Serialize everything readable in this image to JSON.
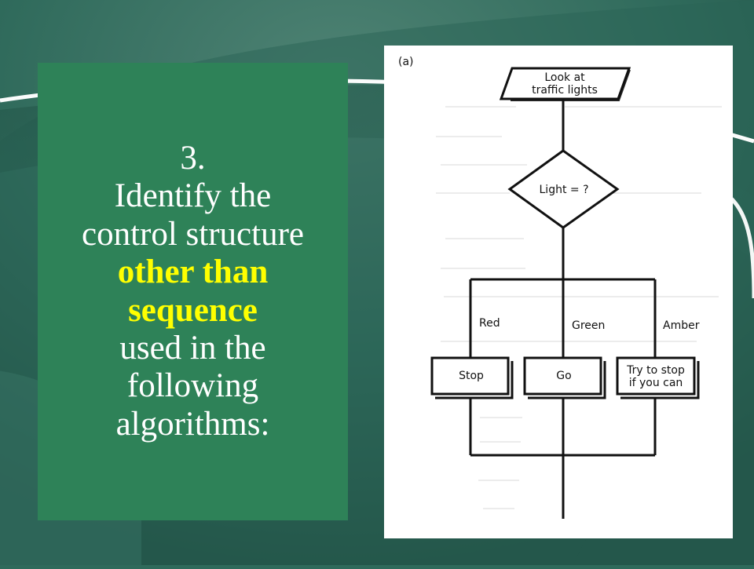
{
  "slide": {
    "number": "3.",
    "line_1": "Identify the",
    "line_2": "control structure",
    "highlight_1": "other than",
    "highlight_2": "sequence",
    "line_3": "used in the",
    "line_4": "following",
    "line_5": "algorithms:"
  },
  "flowchart": {
    "panel_label": "(a)",
    "start": {
      "line_1": "Look at",
      "line_2": "traffic lights"
    },
    "decision": "Light = ?",
    "branches": [
      {
        "condition": "Red",
        "action_line_1": "Stop",
        "action_line_2": ""
      },
      {
        "condition": "Green",
        "action_line_1": "Go",
        "action_line_2": ""
      },
      {
        "condition": "Amber",
        "action_line_1": "Try to stop",
        "action_line_2": "if you can"
      }
    ]
  },
  "theme": {
    "background": "#2f6a5b",
    "panel": "#2e8258",
    "text": "#ffffff",
    "highlight": "#ffff00"
  }
}
